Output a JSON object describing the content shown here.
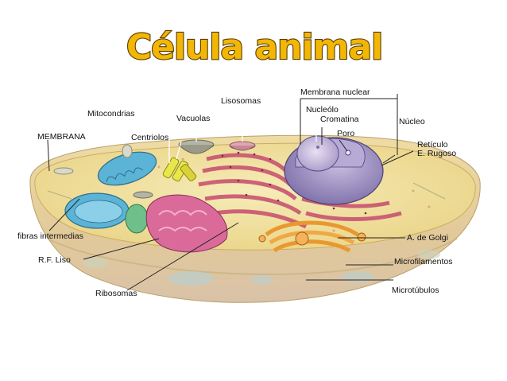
{
  "title": "Célula animal",
  "labels": {
    "membrana_nuclear": "Membrana nuclear",
    "lisosomas": "Lisosomas",
    "mitocondrias": "Mitocondrias",
    "nucleolo": "Nucleólo",
    "cromatina": "Cromatina",
    "vacuolas": "Vacuolas",
    "nucleo": "Núcleo",
    "poro": "Poro",
    "membrana": "MEMBRANA",
    "centriolos": "Centriolos",
    "reticulo": "Retículo",
    "e_rugoso": "E. Rugoso",
    "fibras": "fibras intermedias",
    "golgi": "A. de Golgi",
    "rf_liso": "R.F. Liso",
    "microfilamentos": "Microfilamentos",
    "ribosomas": "Ribosomas",
    "microtubulos": "Microtúbulos"
  },
  "colors": {
    "title_fill": "#f2b705",
    "title_stroke": "#5a3a00",
    "cytoplasm": "#f3e6a0",
    "membrane_base": "#e8d39a",
    "nucleus": "#9d8fc0",
    "mitochondria": "#5bb3d6",
    "er": "#d86b86",
    "golgi": "#e9982f"
  }
}
